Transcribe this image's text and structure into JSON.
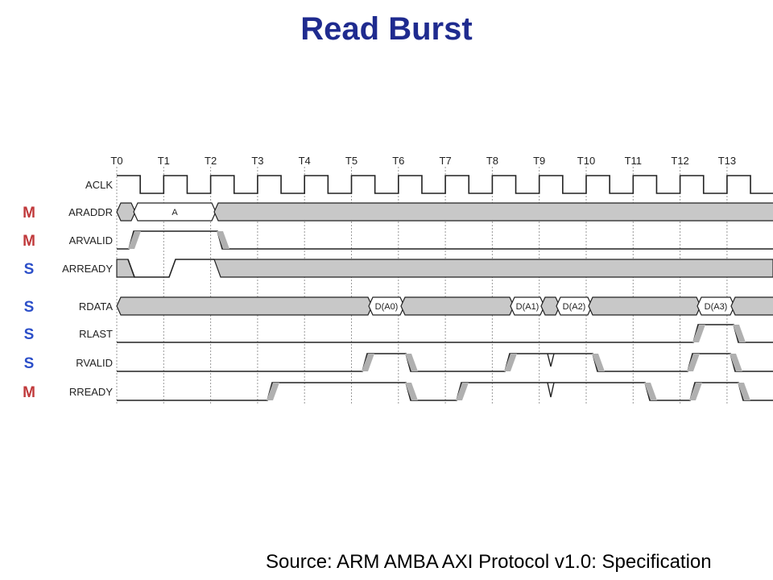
{
  "title": "Read Burst",
  "source": "Source: ARM AMBA AXI Protocol v1.0: Specification",
  "time_labels": [
    "T0",
    "T1",
    "T2",
    "T3",
    "T4",
    "T5",
    "T6",
    "T7",
    "T8",
    "T9",
    "T10",
    "T11",
    "T12",
    "T13"
  ],
  "colors": {
    "title": "#1f2b8f",
    "master": "#c0393b",
    "slave": "#2c4fc9",
    "bus_fill": "#c8c8c8",
    "line": "#222222"
  },
  "signals": [
    {
      "name": "ACLK",
      "role": ""
    },
    {
      "name": "ARADDR",
      "role": "M"
    },
    {
      "name": "ARVALID",
      "role": "M"
    },
    {
      "name": "ARREADY",
      "role": "S"
    },
    {
      "name": "RDATA",
      "role": "S"
    },
    {
      "name": "RLAST",
      "role": "S"
    },
    {
      "name": "RVALID",
      "role": "S"
    },
    {
      "name": "RREADY",
      "role": "M"
    }
  ],
  "bus_labels": {
    "araddr": [
      "A"
    ],
    "rdata": [
      "D(A0)",
      "D(A1)",
      "D(A2)",
      "D(A3)"
    ]
  }
}
